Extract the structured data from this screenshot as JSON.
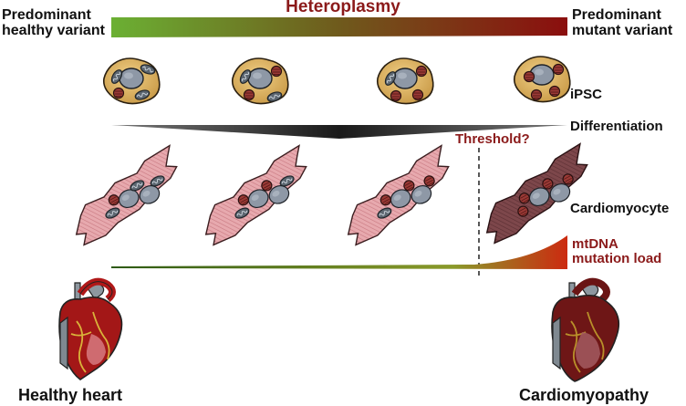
{
  "header": {
    "left_line1": "Predominant",
    "left_line2": "healthy variant",
    "title": "Heteroplasmy",
    "right_line1": "Predominant",
    "right_line2": "mutant variant"
  },
  "labels": {
    "ipsc": "iPSC",
    "differentiation": "Differentiation",
    "threshold": "Threshold?",
    "cardiomyocyte": "Cardiomyocyte",
    "mutation_load_line1": "mtDNA",
    "mutation_load_line2": "mutation load"
  },
  "footer": {
    "healthy": "Healthy heart",
    "disease": "Cardiomyopathy"
  },
  "colors": {
    "healthy_green": "#5aa02c",
    "mutant_red": "#8b1010",
    "cell_tan": "#d9b066",
    "healthy_myocyte": "#e5a6ab",
    "diseased_myocyte": "#7a4448",
    "heart_red": "#8f1414",
    "vessel_grey": "#8d979f"
  },
  "stages": [
    {
      "healthy_mito": 3,
      "mutant_mito": 1
    },
    {
      "healthy_mito": 2,
      "mutant_mito": 2
    },
    {
      "healthy_mito": 1,
      "mutant_mito": 3
    },
    {
      "healthy_mito": 0,
      "mutant_mito": 4
    }
  ]
}
